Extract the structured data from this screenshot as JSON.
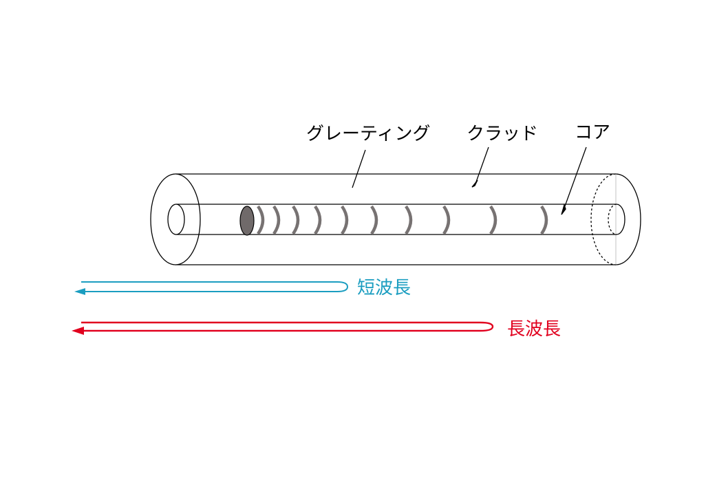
{
  "labels": {
    "grating": "グレーティング",
    "cladding": "クラッド",
    "core": "コア",
    "short_wavelength": "短波長",
    "long_wavelength": "長波長"
  },
  "colors": {
    "outline": "#000000",
    "grating": "#777272",
    "core_end": "#706a6a",
    "short_wavelength": "#1a9dc0",
    "long_wavelength": "#e1001e"
  }
}
